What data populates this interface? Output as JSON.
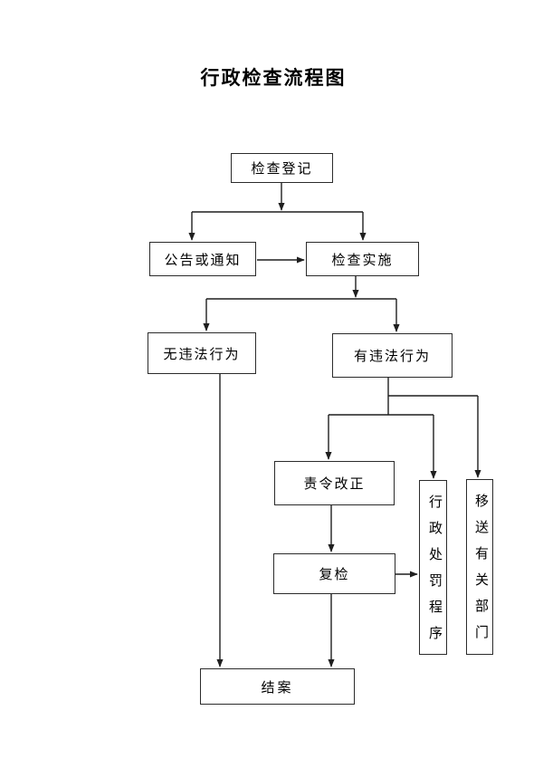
{
  "page": {
    "title": "行政检查流程图",
    "background": "#ffffff",
    "text_color": "#000000",
    "line_color": "#1f1f1f",
    "box_border_color": "#2b2b2b"
  },
  "flowchart": {
    "nodes": {
      "register": {
        "label": "检查登记"
      },
      "notice": {
        "label": "公告或通知"
      },
      "implement": {
        "label": "检查实施"
      },
      "no_violation": {
        "label": "无违法行为"
      },
      "violation": {
        "label": "有违法行为"
      },
      "order_correct": {
        "label": "责令改正"
      },
      "recheck": {
        "label": "复检"
      },
      "punish_procedure": {
        "label": "行政处罚程序",
        "orientation": "vertical"
      },
      "transfer_dept": {
        "label": "移送有关部门",
        "orientation": "vertical"
      },
      "close_case": {
        "label": "结案"
      }
    },
    "edges": [
      {
        "from": "register",
        "to": "notice"
      },
      {
        "from": "register",
        "to": "implement"
      },
      {
        "from": "notice",
        "to": "implement"
      },
      {
        "from": "implement",
        "to": "no_violation"
      },
      {
        "from": "implement",
        "to": "violation"
      },
      {
        "from": "violation",
        "to": "order_correct"
      },
      {
        "from": "violation",
        "to": "punish_procedure"
      },
      {
        "from": "violation",
        "to": "transfer_dept"
      },
      {
        "from": "order_correct",
        "to": "recheck"
      },
      {
        "from": "recheck",
        "to": "punish_procedure"
      },
      {
        "from": "recheck",
        "to": "close_case"
      },
      {
        "from": "no_violation",
        "to": "close_case"
      }
    ]
  }
}
